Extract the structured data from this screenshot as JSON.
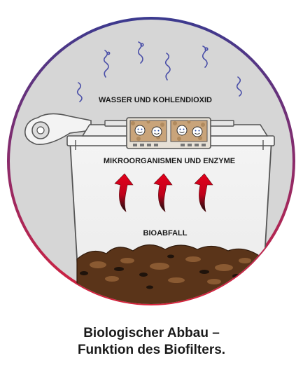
{
  "labels": {
    "top": "WASSER UND KOHLENDIOXID",
    "middle": "MIKROORGANISMEN UND ENZYME",
    "bottom": "BIOABFALL"
  },
  "caption": {
    "line1": "Biologischer Abbau –",
    "line2": "Funktion des Biofilters."
  },
  "colors": {
    "ring_top": "#3b3a8f",
    "ring_bottom": "#d8213b",
    "arrow_top": "#e3001b",
    "arrow_bottom": "#111111",
    "steam": "#4a4fa8",
    "soil": "#5a3419"
  },
  "icons": [
    "steam-wisp-icon",
    "smiley-microbe-icon",
    "up-arrow-icon",
    "compost-soil-icon"
  ]
}
